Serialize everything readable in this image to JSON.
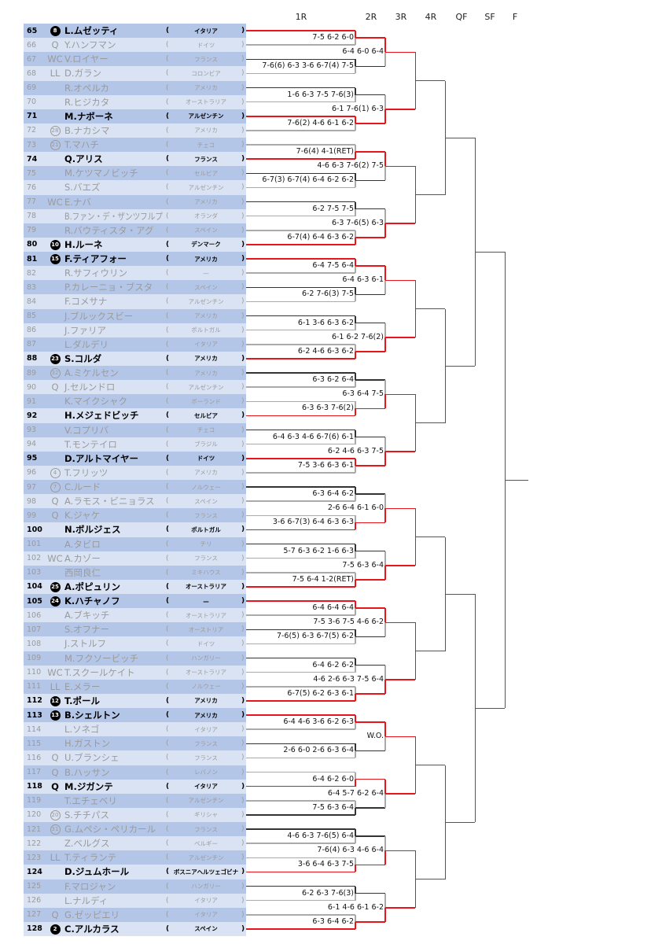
{
  "rounds": [
    "1R",
    "2R",
    "3R",
    "4R",
    "QF",
    "SF",
    "F"
  ],
  "colors": {
    "row_dark": "#b4c6e7",
    "row_light": "#dae3f3",
    "winner_path": "#e8161b",
    "advance": "#333333",
    "loser": "#aaaaaa"
  },
  "players": [
    {
      "no": "65",
      "seed": "8",
      "name": "L.ムゼッティ",
      "country": "イタリア",
      "bold": true
    },
    {
      "no": "66",
      "seed": "Q",
      "name": "Y.ハンフマン",
      "country": "ドイツ"
    },
    {
      "no": "67",
      "seed": "WC",
      "name": "V.ロイヤー",
      "country": "フランス"
    },
    {
      "no": "68",
      "seed": "LL",
      "name": "D.ガラン",
      "country": "コロンビア"
    },
    {
      "no": "69",
      "seed": "",
      "name": "R.オペルカ",
      "country": "アメリカ"
    },
    {
      "no": "70",
      "seed": "",
      "name": "R.ヒジカタ",
      "country": "オーストラリア"
    },
    {
      "no": "71",
      "seed": "",
      "name": "M.ナボーネ",
      "country": "アルゼンチン",
      "bold": true
    },
    {
      "no": "72",
      "seed": "28",
      "name": "B.ナカシマ",
      "country": "アメリカ"
    },
    {
      "no": "73",
      "seed": "21",
      "name": "T.マハチ",
      "country": "チェコ"
    },
    {
      "no": "74",
      "seed": "",
      "name": "Q.アリス",
      "country": "フランス",
      "bold": true
    },
    {
      "no": "75",
      "seed": "",
      "name": "M.ケツマノビッチ",
      "country": "セルビア"
    },
    {
      "no": "76",
      "seed": "",
      "name": "S.バエズ",
      "country": "アルゼンチン"
    },
    {
      "no": "77",
      "seed": "WC",
      "name": "E.ナバ",
      "country": "アメリカ"
    },
    {
      "no": "78",
      "seed": "",
      "name": "B.ファン・デ・ザンツフルプ",
      "country": "オランダ"
    },
    {
      "no": "79",
      "seed": "",
      "name": "R.バウティスタ・アグ",
      "country": "スペイン"
    },
    {
      "no": "80",
      "seed": "10",
      "name": "H.ルーネ",
      "country": "デンマーク",
      "bold": true
    },
    {
      "no": "81",
      "seed": "15",
      "name": "F.ティアフォー",
      "country": "アメリカ",
      "bold": true
    },
    {
      "no": "82",
      "seed": "",
      "name": "R.サフィウリン",
      "country": "—"
    },
    {
      "no": "83",
      "seed": "",
      "name": "P.カレーニョ・ブスタ",
      "country": "スペイン"
    },
    {
      "no": "84",
      "seed": "",
      "name": "F.コメサナ",
      "country": "アルゼンチン"
    },
    {
      "no": "85",
      "seed": "",
      "name": "J.ブルックスビー",
      "country": "アメリカ"
    },
    {
      "no": "86",
      "seed": "",
      "name": "J.ファリア",
      "country": "ポルトガル"
    },
    {
      "no": "87",
      "seed": "",
      "name": "L.ダルデリ",
      "country": "イタリア"
    },
    {
      "no": "88",
      "seed": "23",
      "name": "S.コルダ",
      "country": "アメリカ",
      "bold": true
    },
    {
      "no": "89",
      "seed": "32",
      "name": "A.ミケルセン",
      "country": "アメリカ"
    },
    {
      "no": "90",
      "seed": "Q",
      "name": "J.セルンドロ",
      "country": "アルゼンチン"
    },
    {
      "no": "91",
      "seed": "",
      "name": "K.マイクシャク",
      "country": "ポーランド"
    },
    {
      "no": "92",
      "seed": "",
      "name": "H.メジェドビッチ",
      "country": "セルビア",
      "bold": true
    },
    {
      "no": "93",
      "seed": "",
      "name": "V.コプリバ",
      "country": "チェコ"
    },
    {
      "no": "94",
      "seed": "",
      "name": "T.モンテイロ",
      "country": "ブラジル"
    },
    {
      "no": "95",
      "seed": "",
      "name": "D.アルトマイヤー",
      "country": "ドイツ",
      "bold": true
    },
    {
      "no": "96",
      "seed": "4",
      "name": "T.フリッツ",
      "country": "アメリカ"
    },
    {
      "no": "97",
      "seed": "7",
      "name": "C.ルード",
      "country": "ノルウェー"
    },
    {
      "no": "98",
      "seed": "Q",
      "name": "A.ラモス・ビニョラス",
      "country": "スペイン"
    },
    {
      "no": "99",
      "seed": "Q",
      "name": "K.ジャケ",
      "country": "フランス"
    },
    {
      "no": "100",
      "seed": "",
      "name": "N.ボルジェス",
      "country": "ポルトガル",
      "bold": true
    },
    {
      "no": "101",
      "seed": "",
      "name": "A.タビロ",
      "country": "チリ"
    },
    {
      "no": "102",
      "seed": "WC",
      "name": "A.カゾー",
      "country": "フランス"
    },
    {
      "no": "103",
      "seed": "",
      "name": "西岡良仁",
      "country": "ミキハウス"
    },
    {
      "no": "104",
      "seed": "25",
      "name": "A.ポピュリン",
      "country": "オーストラリア",
      "bold": true
    },
    {
      "no": "105",
      "seed": "24",
      "name": "K.ハチャノフ",
      "country": "—",
      "bold": true
    },
    {
      "no": "106",
      "seed": "",
      "name": "A.ブキッチ",
      "country": "オーストラリア"
    },
    {
      "no": "107",
      "seed": "",
      "name": "S.オフナー",
      "country": "オーストリア"
    },
    {
      "no": "108",
      "seed": "",
      "name": "J.ストルフ",
      "country": "ドイツ"
    },
    {
      "no": "109",
      "seed": "",
      "name": "M.フクソービッチ",
      "country": "ハンガリー"
    },
    {
      "no": "110",
      "seed": "WC",
      "name": "T.スクールケイト",
      "country": "オーストラリア"
    },
    {
      "no": "111",
      "seed": "LL",
      "name": "E.メラー",
      "country": "ノルウェー"
    },
    {
      "no": "112",
      "seed": "12",
      "name": "T.ポール",
      "country": "アメリカ",
      "bold": true
    },
    {
      "no": "113",
      "seed": "13",
      "name": "B.シェルトン",
      "country": "アメリカ",
      "bold": true
    },
    {
      "no": "114",
      "seed": "",
      "name": "L.ソネゴ",
      "country": "イタリア"
    },
    {
      "no": "115",
      "seed": "",
      "name": "H.ガストン",
      "country": "フランス"
    },
    {
      "no": "116",
      "seed": "Q",
      "name": "U.ブランシェ",
      "country": "フランス"
    },
    {
      "no": "117",
      "seed": "Q",
      "name": "B.ハッサン",
      "country": "レバノン"
    },
    {
      "no": "118",
      "seed": "Q",
      "name": "M.ジガンテ",
      "country": "イタリア",
      "bold": true
    },
    {
      "no": "119",
      "seed": "",
      "name": "T.エチェベリ",
      "country": "アルゼンチン"
    },
    {
      "no": "120",
      "seed": "20",
      "name": "S.チチパス",
      "country": "ギリシャ"
    },
    {
      "no": "121",
      "seed": "31",
      "name": "G.ムペシ・ペリカール",
      "country": "フランス"
    },
    {
      "no": "122",
      "seed": "",
      "name": "Z.ベルグス",
      "country": "ベルギー"
    },
    {
      "no": "123",
      "seed": "LL",
      "name": "T.ティランテ",
      "country": "アルゼンチン"
    },
    {
      "no": "124",
      "seed": "",
      "name": "D.ジュムホール",
      "country": "ボスニアヘルツェゴビナ",
      "bold": true
    },
    {
      "no": "125",
      "seed": "",
      "name": "F.マロジャン",
      "country": "ハンガリー"
    },
    {
      "no": "126",
      "seed": "",
      "name": "L.ナルディ",
      "country": "イタリア"
    },
    {
      "no": "127",
      "seed": "Q",
      "name": "G.ゼッピエリ",
      "country": "イタリア"
    },
    {
      "no": "128",
      "seed": "2",
      "name": "C.アルカラス",
      "country": "スペイン",
      "bold": true
    }
  ],
  "r1": [
    {
      "score": "7-5 6-2 6-0",
      "winner": 0
    },
    {
      "score": "7-6(6) 6-3 3-6 6-7(4) 7-5",
      "winner": 0
    },
    {
      "score": "1-6 6-3 7-5 7-6(3)",
      "winner": 0
    },
    {
      "score": "7-6(2) 4-6 6-1 6-2",
      "winner": 0
    },
    {
      "score": "7-6(4) 4-1(RET)",
      "winner": 1
    },
    {
      "score": "6-7(3) 6-7(4) 6-4 6-2 6-2",
      "winner": 0
    },
    {
      "score": "6-2 7-5 7-5",
      "winner": 0
    },
    {
      "score": "6-7(4) 6-4 6-3 6-2",
      "winner": 1
    },
    {
      "score": "6-4 7-5 6-4",
      "winner": 0
    },
    {
      "score": "6-2 7-6(3) 7-5",
      "winner": 0
    },
    {
      "score": "6-1 3-6 6-3 6-2",
      "winner": 0
    },
    {
      "score": "6-2 4-6 6-3 6-2",
      "winner": 1
    },
    {
      "score": "6-3 6-2 6-4",
      "winner": 0
    },
    {
      "score": "6-3 6-3 7-6(2)",
      "winner": 1
    },
    {
      "score": "6-4 6-3 4-6 6-7(6) 6-1",
      "winner": 0
    },
    {
      "score": "7-5 3-6 6-3 6-1",
      "winner": 0
    },
    {
      "score": "6-3 6-4 6-2",
      "winner": 0
    },
    {
      "score": "3-6 6-7(3) 6-4 6-3 6-3",
      "winner": 1
    },
    {
      "score": "5-7 6-3 6-2 1-6 6-3",
      "winner": 0
    },
    {
      "score": "7-5 6-4 1-2(RET)",
      "winner": 1
    },
    {
      "score": "6-4 6-4 6-4",
      "winner": 0
    },
    {
      "score": "7-6(5) 6-3 6-7(5) 6-2",
      "winner": 0
    },
    {
      "score": "6-4 6-2 6-2",
      "winner": 0
    },
    {
      "score": "6-7(5) 6-2 6-3 6-1",
      "winner": 1
    },
    {
      "score": "6-4 4-6 3-6 6-2 6-3",
      "winner": 0
    },
    {
      "score": "2-6 6-0 2-6 6-3 6-4",
      "winner": 0
    },
    {
      "score": "6-4 6-2 6-0",
      "winner": 1
    },
    {
      "score": "7-5 6-3 6-4",
      "winner": 1
    },
    {
      "score": "4-6 6-3 7-6(5) 6-4",
      "winner": 0
    },
    {
      "score": "3-6 6-4 6-3 7-5",
      "winner": 1
    },
    {
      "score": "6-2 6-3 7-6(3)",
      "winner": 0
    },
    {
      "score": "6-3 6-4 6-2",
      "winner": 1
    }
  ],
  "r2": [
    {
      "score": "6-4 6-0 6-4",
      "winner": 0
    },
    {
      "score": "6-1 7-6(1) 6-3",
      "winner": 1
    },
    {
      "score": "4-6 6-3 7-6(2) 7-5",
      "winner": 0
    },
    {
      "score": "6-3 7-6(5) 6-3",
      "winner": 1
    },
    {
      "score": "6-4 6-3 6-1",
      "winner": 0
    },
    {
      "score": "6-1 6-2 7-6(2)",
      "winner": 1
    },
    {
      "score": "6-3 6-4 7-5",
      "winner": 1
    },
    {
      "score": "6-2 4-6 6-3 7-5",
      "winner": 1
    },
    {
      "score": "2-6 6-4 6-1 6-0",
      "winner": 1
    },
    {
      "score": "7-5 6-3 6-4",
      "winner": 1
    },
    {
      "score": "7-5 3-6 7-5 4-6 6-2",
      "winner": 0
    },
    {
      "score": "4-6 2-6 6-3 7-5 6-4",
      "winner": 1
    },
    {
      "score": "W.O.",
      "winner": 0
    },
    {
      "score": "6-4 5-7 6-2 6-4",
      "winner": 0
    },
    {
      "score": "7-6(4) 6-3 4-6 6-4",
      "winner": 1
    },
    {
      "score": "6-1 4-6 6-1 6-2",
      "winner": 1
    }
  ]
}
